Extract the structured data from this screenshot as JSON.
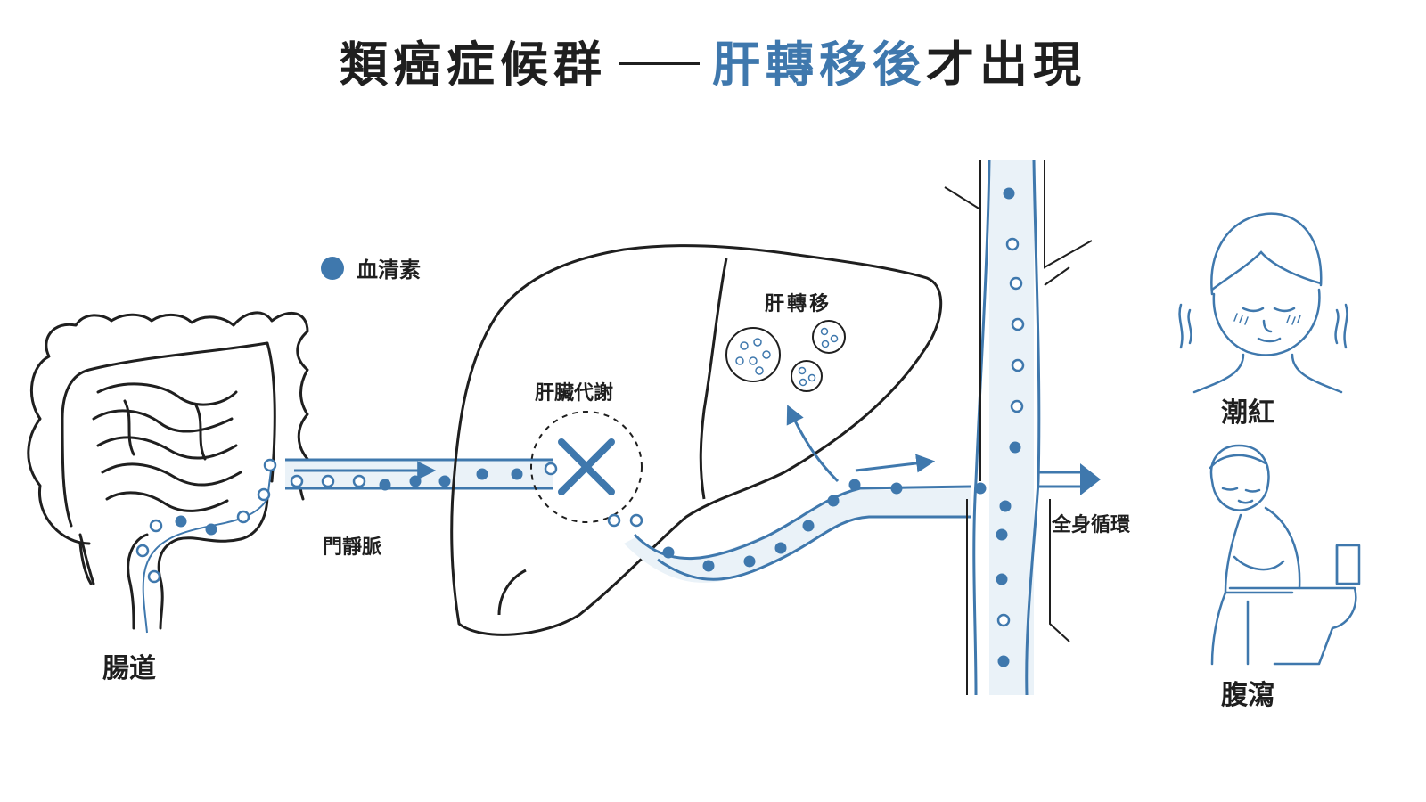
{
  "title": {
    "part1": "類癌症候群",
    "part2": "肝轉移後",
    "part3": "才出現"
  },
  "legend": {
    "label": "血清素"
  },
  "labels": {
    "intestine": "腸道",
    "portal_vein": "門靜脈",
    "liver_metabolism": "肝臟代謝",
    "liver_metastasis": "肝轉移",
    "systemic_circulation": "全身循環",
    "flushing": "潮紅",
    "diarrhea": "腹瀉"
  },
  "colors": {
    "accent": "#3f78ad",
    "line": "#1f1f1f",
    "vessel_fill": "#eaf2f8"
  }
}
